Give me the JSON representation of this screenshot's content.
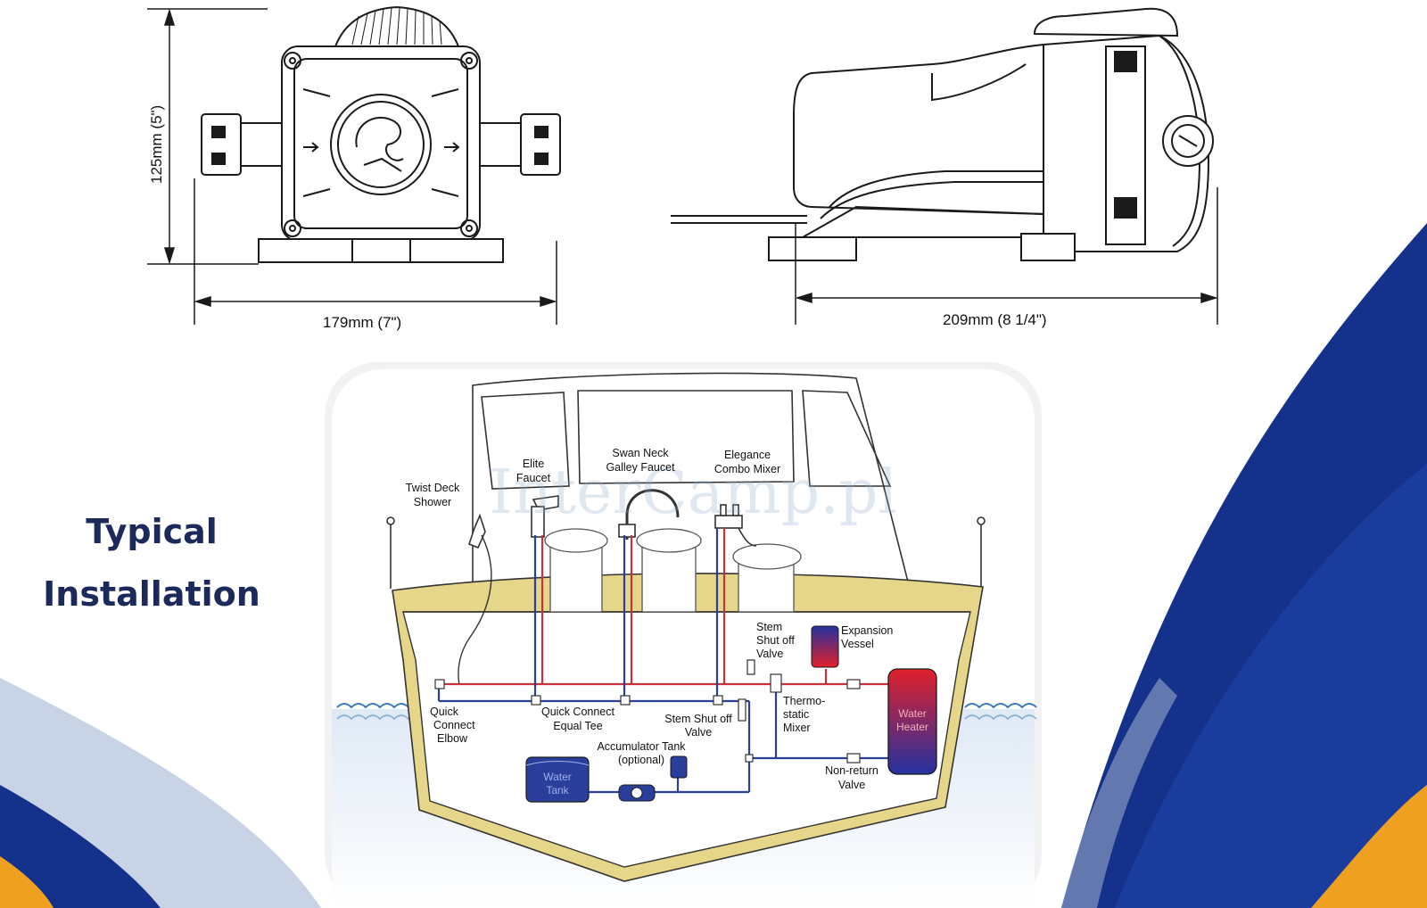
{
  "heading": {
    "line1": "Typical",
    "line2": "Installation"
  },
  "dimensions": {
    "front_height": "125mm (5\")",
    "front_width": "179mm (7\")",
    "side_width": "209mm (8 1/4\")"
  },
  "watermark": "InterCamp.pl",
  "labels": {
    "elite_faucet": [
      "Elite",
      "Faucet"
    ],
    "swan_neck": [
      "Swan Neck",
      "Galley Faucet"
    ],
    "elegance": [
      "Elegance",
      "Combo Mixer"
    ],
    "twist_deck": [
      "Twist Deck",
      "Shower"
    ],
    "stem_shutoff_top": [
      "Stem",
      "Shut off",
      "Valve"
    ],
    "expansion": [
      "Expansion",
      "Vessel"
    ],
    "thermostatic": [
      "Thermo-",
      "static",
      "Mixer"
    ],
    "quick_elbow": [
      "Quick",
      "Connect",
      "Elbow"
    ],
    "quick_tee": [
      "Quick Connect",
      "Equal Tee"
    ],
    "stem_shutoff_bottom": [
      "Stem Shut off",
      "Valve"
    ],
    "accumulator": [
      "Accumulator Tank",
      "(optional)"
    ],
    "non_return": [
      "Non-return",
      "Valve"
    ],
    "water_tank": [
      "Water",
      "Tank"
    ],
    "water_heater": [
      "Water",
      "Heater"
    ]
  },
  "colors": {
    "hot_pipe": "#c8323c",
    "cold_pipe": "#2a3f9c",
    "hull": "#e6d68a",
    "heading": "#1b2a5a",
    "swoosh_blue": "#14328c",
    "swoosh_orange": "#f0a020"
  }
}
